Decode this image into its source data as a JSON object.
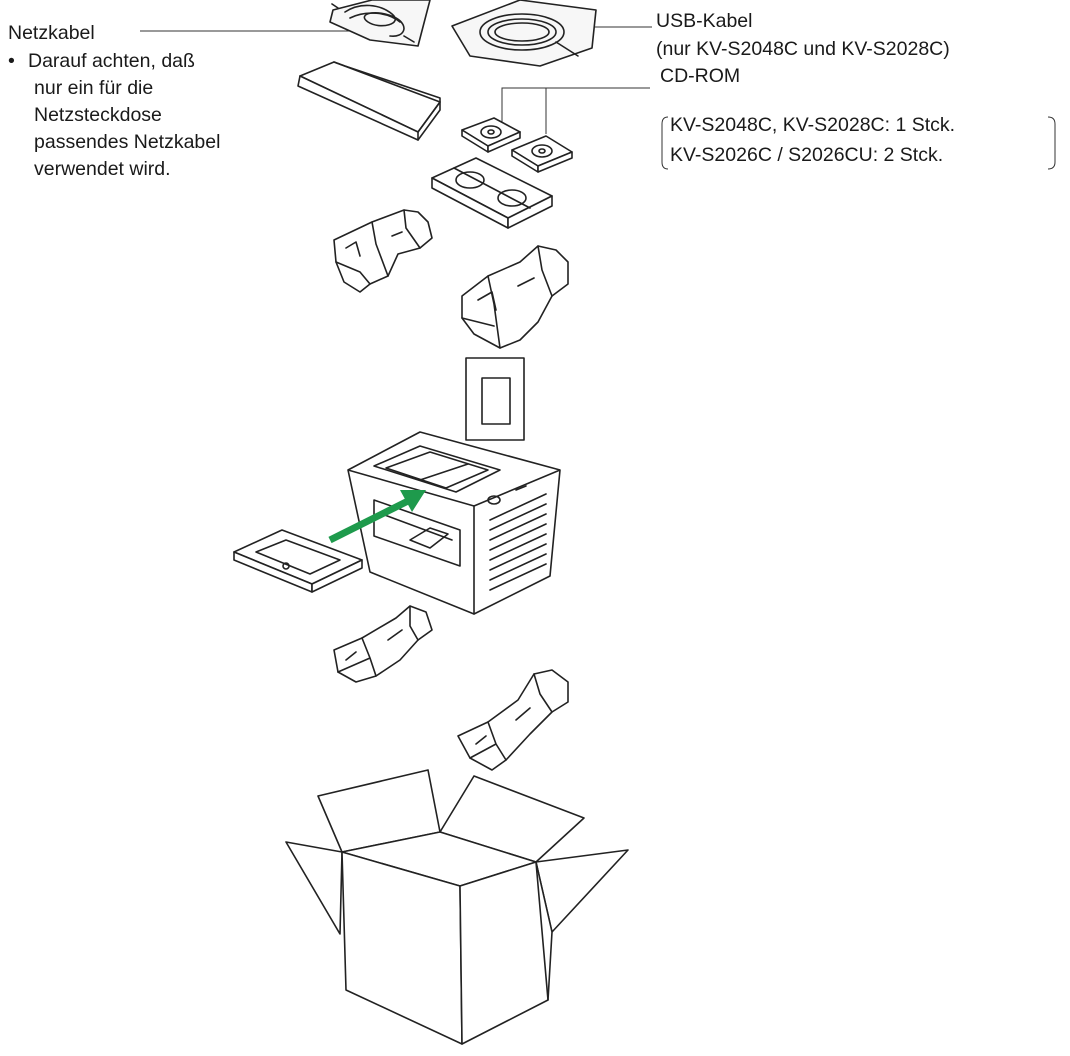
{
  "labels": {
    "power_cable": "Netzkabel",
    "power_note_bullet": "•",
    "power_note_lines": [
      "Darauf achten, daß",
      "nur ein für die",
      "Netzsteckdose",
      "passendes Netzkabel",
      "verwendet wird."
    ],
    "usb_cable": "USB-Kabel",
    "usb_models": "(nur KV-S2048C und KV-S2028C)",
    "cdrom": "CD-ROM",
    "cdrom_qty_1": "KV-S2048C, KV-S2028C: 1 Stck.",
    "cdrom_qty_2": "KV-S2026C / S2026CU: 2 Stck."
  },
  "colors": {
    "insert_arrow": "#1e9a4c",
    "line": "#222222"
  }
}
